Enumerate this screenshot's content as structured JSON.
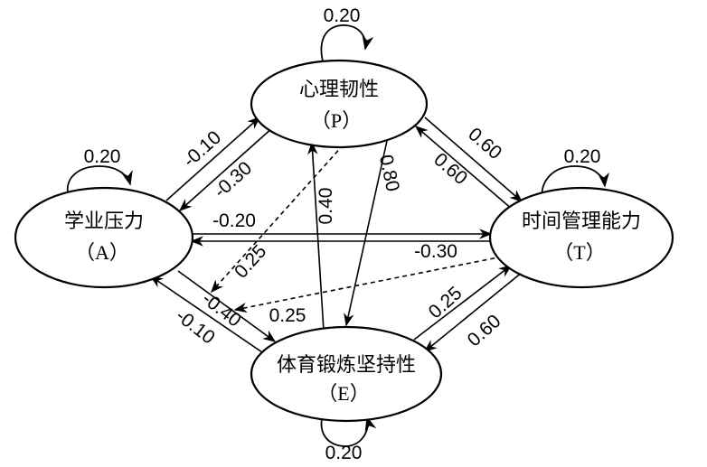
{
  "nodes": {
    "P": {
      "name": "心理韧性",
      "code": "（P）"
    },
    "A": {
      "name": "学业压力",
      "code": "（A）"
    },
    "T": {
      "name": "时间管理能力",
      "code": "（T）"
    },
    "E": {
      "name": "体育锻炼坚持性",
      "code": "（E）"
    }
  },
  "self_loops": {
    "P": "0.20",
    "A": "0.20",
    "T": "0.20",
    "E": "0.20"
  },
  "edges": {
    "A_to_P": "-0.10",
    "P_to_A": "-0.30",
    "P_to_T": "0.60",
    "T_to_P": "0.60",
    "A_to_T": "-0.20",
    "T_to_A": "-0.30",
    "E_to_P": "0.40",
    "P_to_E": "0.80",
    "P_to_AE_dashed": "0.25",
    "T_to_AE_dashed": "0.25",
    "A_to_E": "-0.40",
    "E_to_A": "-0.10",
    "E_to_T": "0.25",
    "T_to_E": "0.60"
  }
}
